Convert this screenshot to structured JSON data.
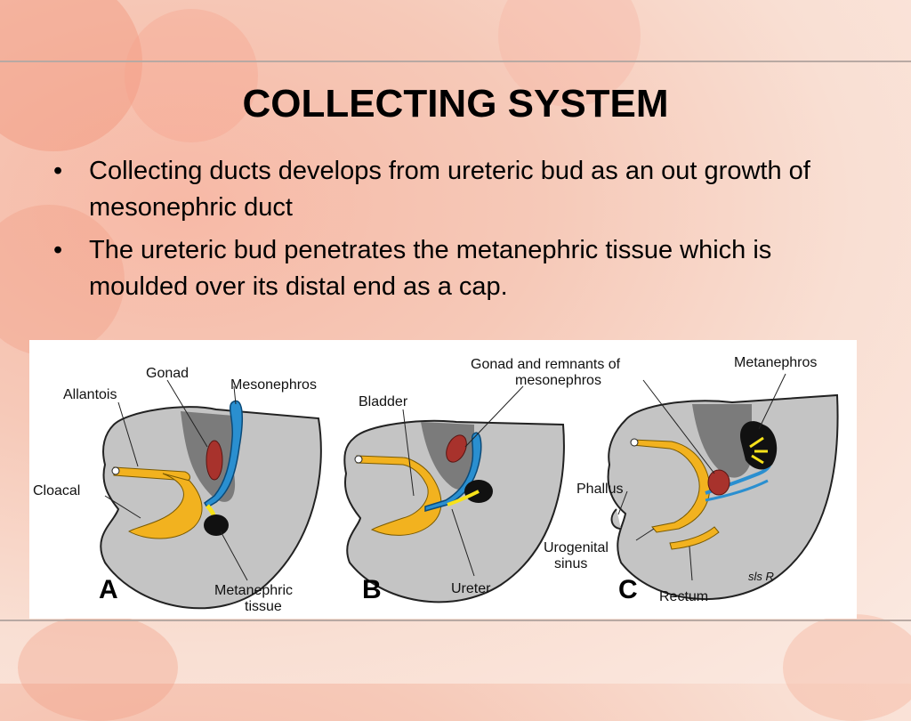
{
  "slide": {
    "title": "COLLECTING SYSTEM",
    "bullet_symbol": "•",
    "bullets": [
      "Collecting ducts develops from ureteric bud as an out growth of mesonephric duct",
      "The ureteric bud penetrates the metanephric tissue which is moulded over its distal end as a cap."
    ]
  },
  "figure": {
    "panels": [
      "A",
      "B",
      "C"
    ],
    "labels": {
      "gonad": "Gonad",
      "mesonephros": "Mesonephros",
      "allantois": "Allantois",
      "cloacal": "Cloacal",
      "metanephric_1": "Metanephric",
      "metanephric_2": "tissue",
      "bladder": "Bladder",
      "gonad_remnants_1": "Gonad and remnants of",
      "gonad_remnants_2": "mesonephros",
      "ureter": "Ureter",
      "metanephros": "Metanephros",
      "phallus": "Phallus",
      "urogenital_1": "Urogenital",
      "urogenital_2": "sinus",
      "rectum": "Rectum",
      "signature": "sls R"
    },
    "colors": {
      "body": "#c4c4c4",
      "cavity": "#6e6e6e",
      "endoderm": "#f2b21f",
      "duct": "#2a8fd0",
      "gonad": "#a8322c",
      "metanephric": "#111111",
      "bud": "#f7e21a"
    }
  }
}
